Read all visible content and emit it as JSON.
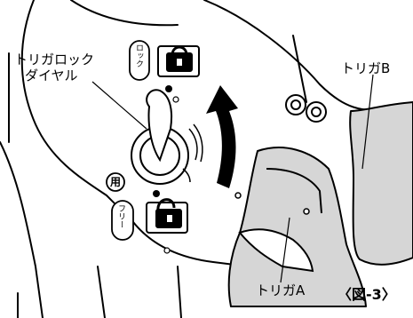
{
  "labels": {
    "dial_line1": "トリガロック",
    "dial_line2": "ダイヤル",
    "trigger_b": "トリガB",
    "trigger_a": "トリガA",
    "figure_number": "〈図-3〉"
  },
  "markings": {
    "lock": "ロック",
    "free": "フリー",
    "kanji": "用"
  },
  "colors": {
    "line": "#000000",
    "trigger_fill": "#d6d6d6",
    "background": "#ffffff"
  }
}
